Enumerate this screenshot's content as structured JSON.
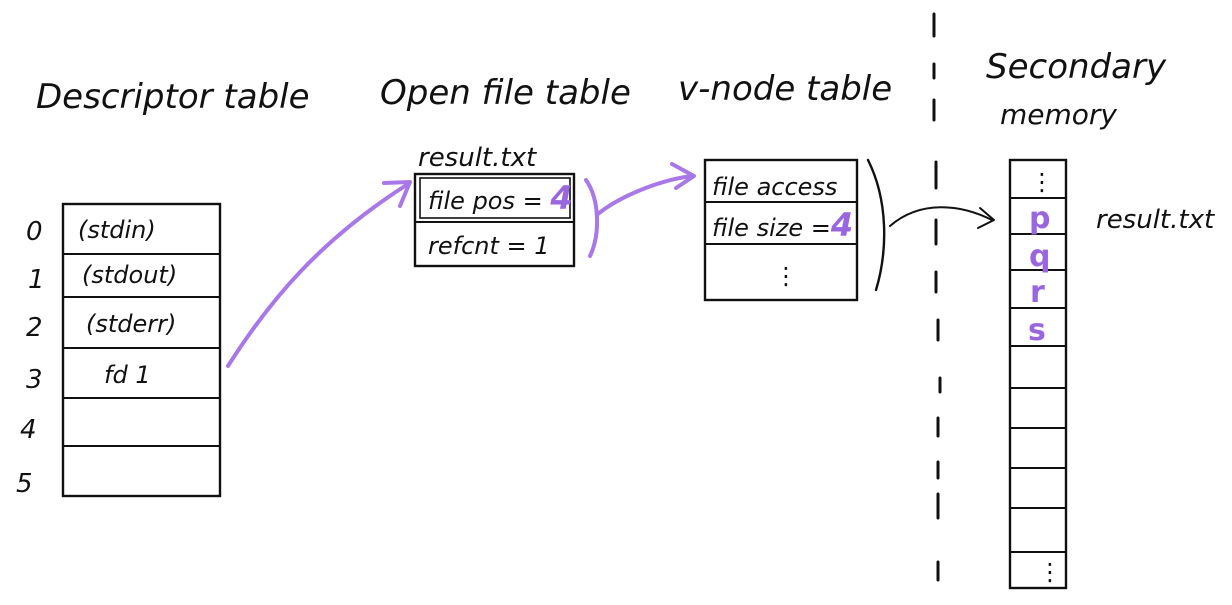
{
  "headings": {
    "descriptor_table": "Descriptor table",
    "open_file_table": "Open file table",
    "vnode_table": "v-node table",
    "secondary_memory_line1": "Secondary",
    "secondary_memory_line2": "memory"
  },
  "descriptor_table": {
    "indices": [
      "0",
      "1",
      "2",
      "3",
      "4",
      "5"
    ],
    "entries": [
      "(stdin)",
      "(stdout)",
      "(stderr)",
      "fd 1",
      "",
      ""
    ]
  },
  "open_file_table": {
    "file_label": "result.txt",
    "file_pos_label": "file pos = ",
    "file_pos_value": "4",
    "refcnt_label": "refcnt = 1"
  },
  "vnode_table": {
    "file_access_label": "file access",
    "file_size_label": "file size =",
    "file_size_value": "4",
    "more_marker": "⋮"
  },
  "secondary_memory": {
    "top_marker": "⋮",
    "contents": [
      "p",
      "q",
      "r",
      "s"
    ],
    "bottom_marker": "⋮",
    "file_label": "result.txt"
  },
  "colors": {
    "ink": "#111111",
    "accent": "#a878e8"
  }
}
